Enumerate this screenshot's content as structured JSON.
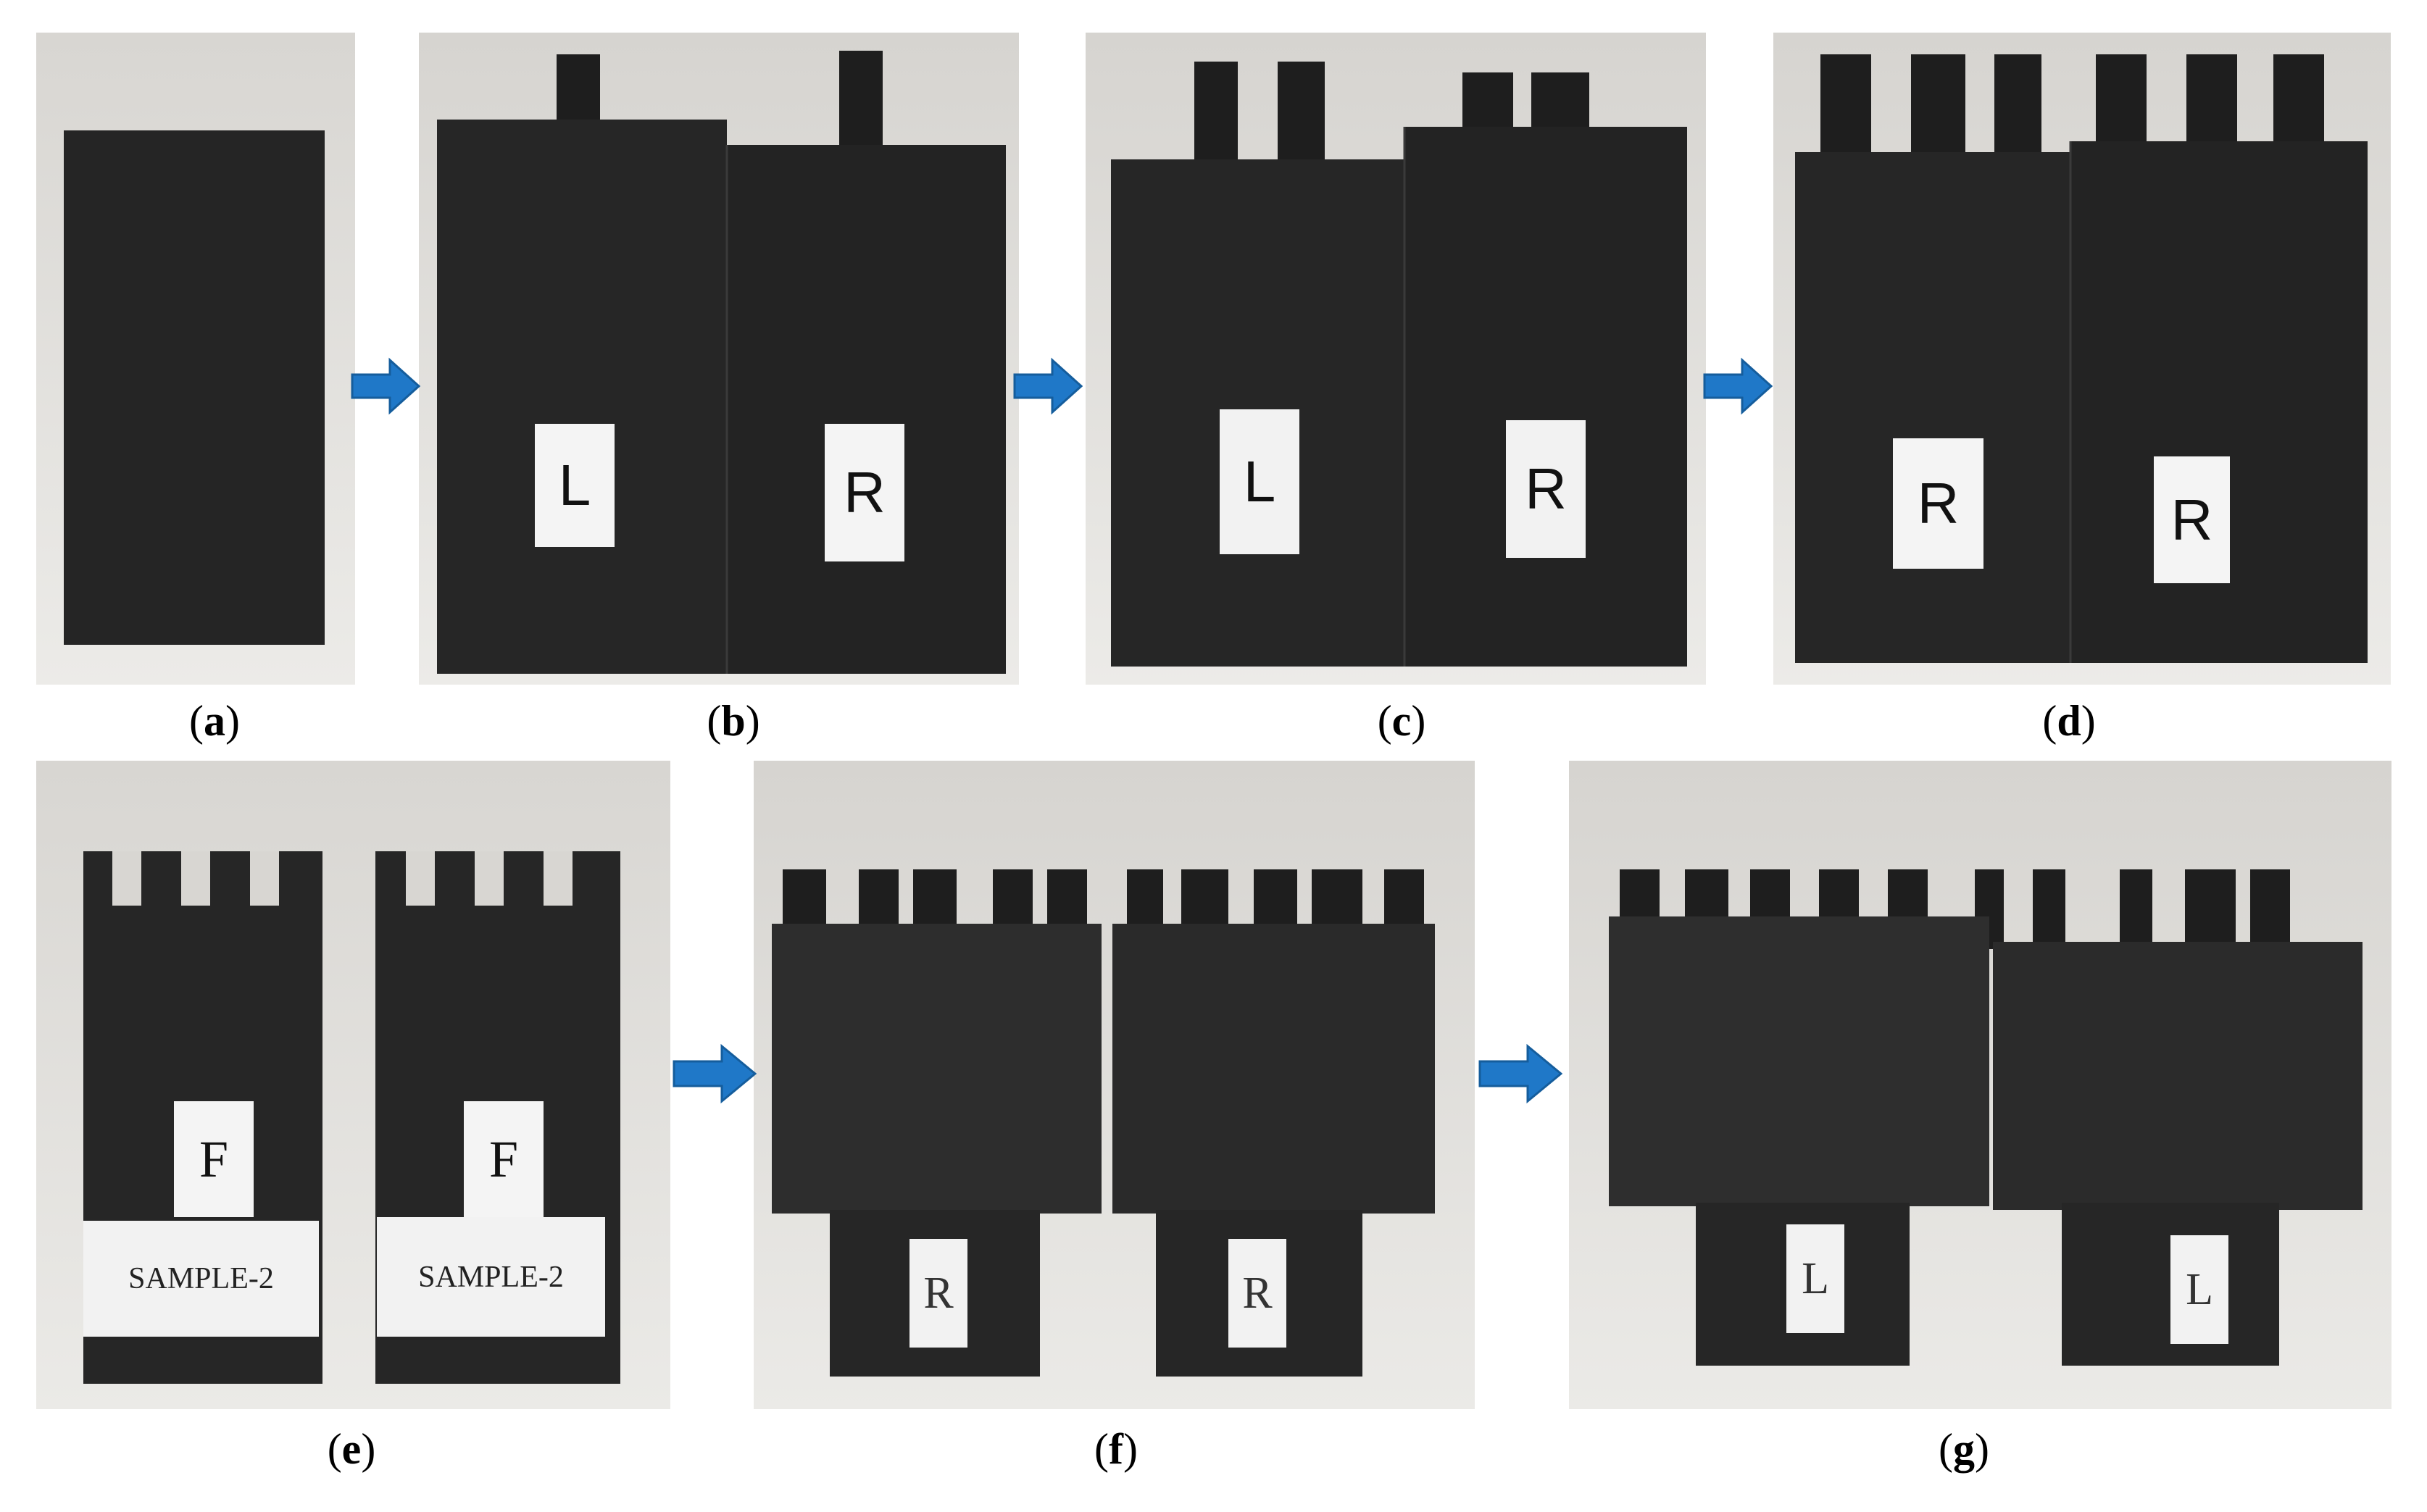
{
  "colors": {
    "arrow": "#1f78c8",
    "block": "#262626",
    "background_light": "#ebe9e6",
    "background_mid": "#d9d6d2"
  },
  "panels": [
    {
      "id": "a",
      "caption_open": "(",
      "caption_letter": "a",
      "caption_close": ")"
    },
    {
      "id": "b",
      "caption_open": "(",
      "caption_letter": "b",
      "caption_close": ")",
      "labels": [
        "L",
        "R"
      ]
    },
    {
      "id": "c",
      "caption_open": "(",
      "caption_letter": "c",
      "caption_close": ")",
      "labels": [
        "L",
        "R"
      ]
    },
    {
      "id": "d",
      "caption_open": "(",
      "caption_letter": "d",
      "caption_close": ")",
      "labels": [
        "R",
        "R"
      ]
    },
    {
      "id": "e",
      "caption_open": "(",
      "caption_letter": "e",
      "caption_close": ")",
      "labels": [
        "F",
        "F"
      ],
      "sample_labels": [
        "SAMPLE-2",
        "SAMPLE-2"
      ]
    },
    {
      "id": "f",
      "caption_open": "(",
      "caption_letter": "f",
      "caption_close": ")",
      "labels": [
        "R",
        "R"
      ]
    },
    {
      "id": "g",
      "caption_open": "(",
      "caption_letter": "g",
      "caption_close": ")",
      "labels": [
        "L",
        "L"
      ]
    }
  ],
  "arrows": [
    "arrow-a-b",
    "arrow-b-c",
    "arrow-c-d",
    "arrow-e-f",
    "arrow-f-g"
  ],
  "icons": {
    "arrow": "right-arrow-icon"
  }
}
